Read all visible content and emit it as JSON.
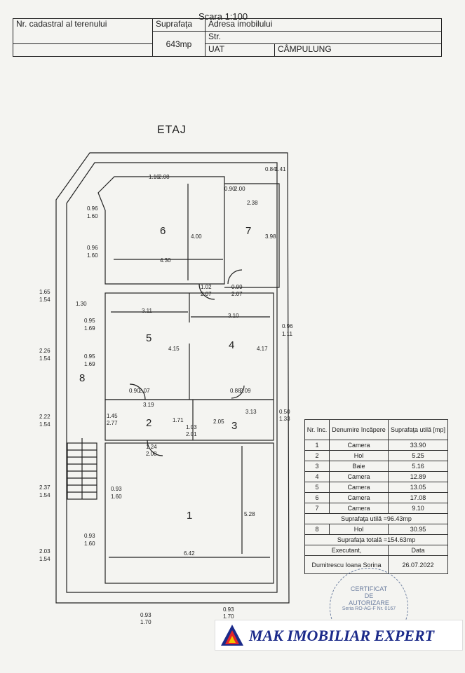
{
  "header": {
    "scale": "Scara 1:100",
    "cadastral_label": "Nr. cadastral al terenului",
    "surface_label": "Suprafaţa",
    "surface_value": "643mp",
    "address_label": "Adresa imobilului",
    "street_label": "Str.",
    "uat_label": "UAT",
    "uat_value": "CÂMPULUNG"
  },
  "plan": {
    "title": "ETAJ",
    "rooms": [
      "1",
      "2",
      "3",
      "4",
      "5",
      "6",
      "7",
      "8"
    ],
    "dims": {
      "d1": "0.96",
      "d1b": "1.60",
      "d2": "0.96",
      "d2b": "1.60",
      "d3": "1.65",
      "d3b": "1.54",
      "d4": "1.30",
      "d5": "0.95",
      "d5b": "1.69",
      "d6": "2.26",
      "d6b": "1.54",
      "d7": "0.95",
      "d7b": "1.69",
      "d8": "2.22",
      "d8b": "1.54",
      "d9": "1.45",
      "d9b": "2.77",
      "d10": "2.37",
      "d10b": "1.54",
      "d11": "0.93",
      "d11b": "1.60",
      "d12": "0.93",
      "d12b": "1.60",
      "d13": "2.03",
      "d13b": "1.54",
      "w6": "4.30",
      "h6": "4.00",
      "w7": "2.38",
      "h7": "3.98",
      "w5": "3.11",
      "h5": "4.15",
      "w4": "3.10",
      "h4": "4.17",
      "w2": "3.19",
      "h2": "1.71",
      "w3": "3.13",
      "h3": "2.05",
      "w1": "6.42",
      "h1": "5.28",
      "door1": "1.10",
      "door1b": "2.08",
      "door2": "0.90",
      "door2b": "2.00",
      "door3": "1.02",
      "door3b": "2.07",
      "door4": "0.99",
      "door4b": "2.07",
      "door5": "0.90",
      "door5b": "2.07",
      "door6": "0.88",
      "door6b": "2.09",
      "door7": "1.03",
      "door7b": "2.01",
      "door8": "1.24",
      "door8b": "2.08",
      "win7a": "0.84",
      "win7b": "1.41",
      "win4a": "0.96",
      "win4b": "1.11",
      "win3a": "0.50",
      "win3b": "1.33",
      "bot1": "0.93",
      "bot1b": "1.70",
      "bot2": "0.93",
      "bot2b": "1.70"
    }
  },
  "legend": {
    "col_nr": "Nr. înc.",
    "col_name": "Denumire încăpere",
    "col_area": "Suprafaţa utilă [mp]",
    "rows": [
      {
        "nr": "1",
        "name": "Camera",
        "area": "33.90"
      },
      {
        "nr": "2",
        "name": "Hol",
        "area": "5.25"
      },
      {
        "nr": "3",
        "name": "Baie",
        "area": "5.16"
      },
      {
        "nr": "4",
        "name": "Camera",
        "area": "12.89"
      },
      {
        "nr": "5",
        "name": "Camera",
        "area": "13.05"
      },
      {
        "nr": "6",
        "name": "Camera",
        "area": "17.08"
      },
      {
        "nr": "7",
        "name": "Camera",
        "area": "9.10"
      }
    ],
    "useful_total": "Suprafaţa utilă =96.43mp",
    "row8": {
      "nr": "8",
      "name": "Hol",
      "area": "30.95"
    },
    "grand_total": "Suprafaţa totală =154.63mp",
    "executed": "Executant,",
    "date_label": "Data",
    "executor": "Dumitrescu Ioana Sorina",
    "date": "26.07.2022"
  },
  "stamp": {
    "line1": "CERTIFICAT",
    "line2": "DE",
    "line3": "AUTORIZARE",
    "line4": "Seria RO-AG-F Nr. 0167"
  },
  "logo": {
    "text": "MAK IMOBILIAR EXPERT"
  },
  "colors": {
    "ink": "#1d1d1d",
    "logo_blue": "#1b2a8a",
    "stamp": "#6c7ea0",
    "wall_fill": "#e6e6e2"
  }
}
